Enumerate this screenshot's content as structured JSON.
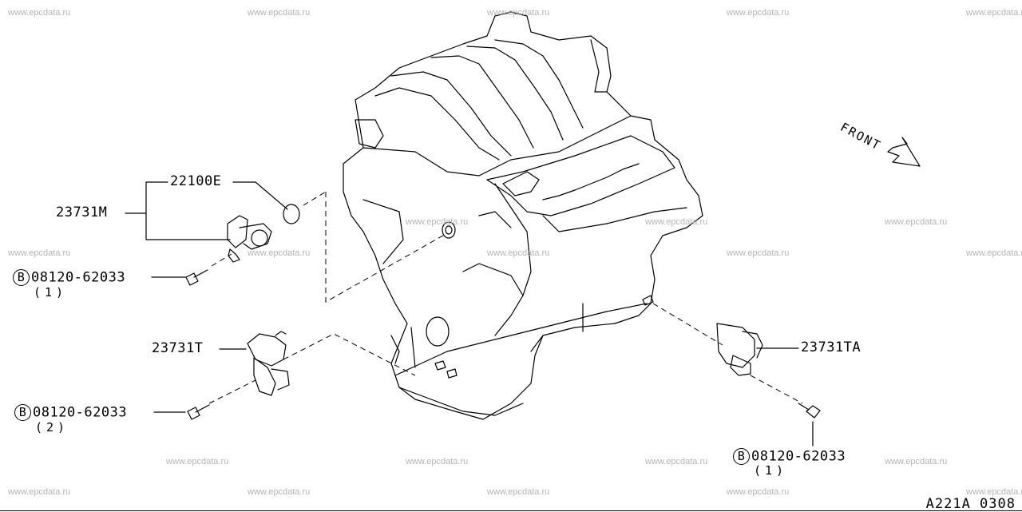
{
  "watermark": "www.epcdata.ru",
  "front_label": "FRONT",
  "diagram_code": "A221A 0308",
  "bolt_symbol": "B",
  "labels": {
    "gasket": "22100E",
    "sensor_main": "23731M",
    "sensor_t": "23731T",
    "sensor_ta": "23731TA"
  },
  "bolts": [
    {
      "part": "08120-62033",
      "qty": "(1)"
    },
    {
      "part": "08120-62033",
      "qty": "(2)"
    },
    {
      "part": "08120-62033",
      "qty": "(1)"
    }
  ]
}
